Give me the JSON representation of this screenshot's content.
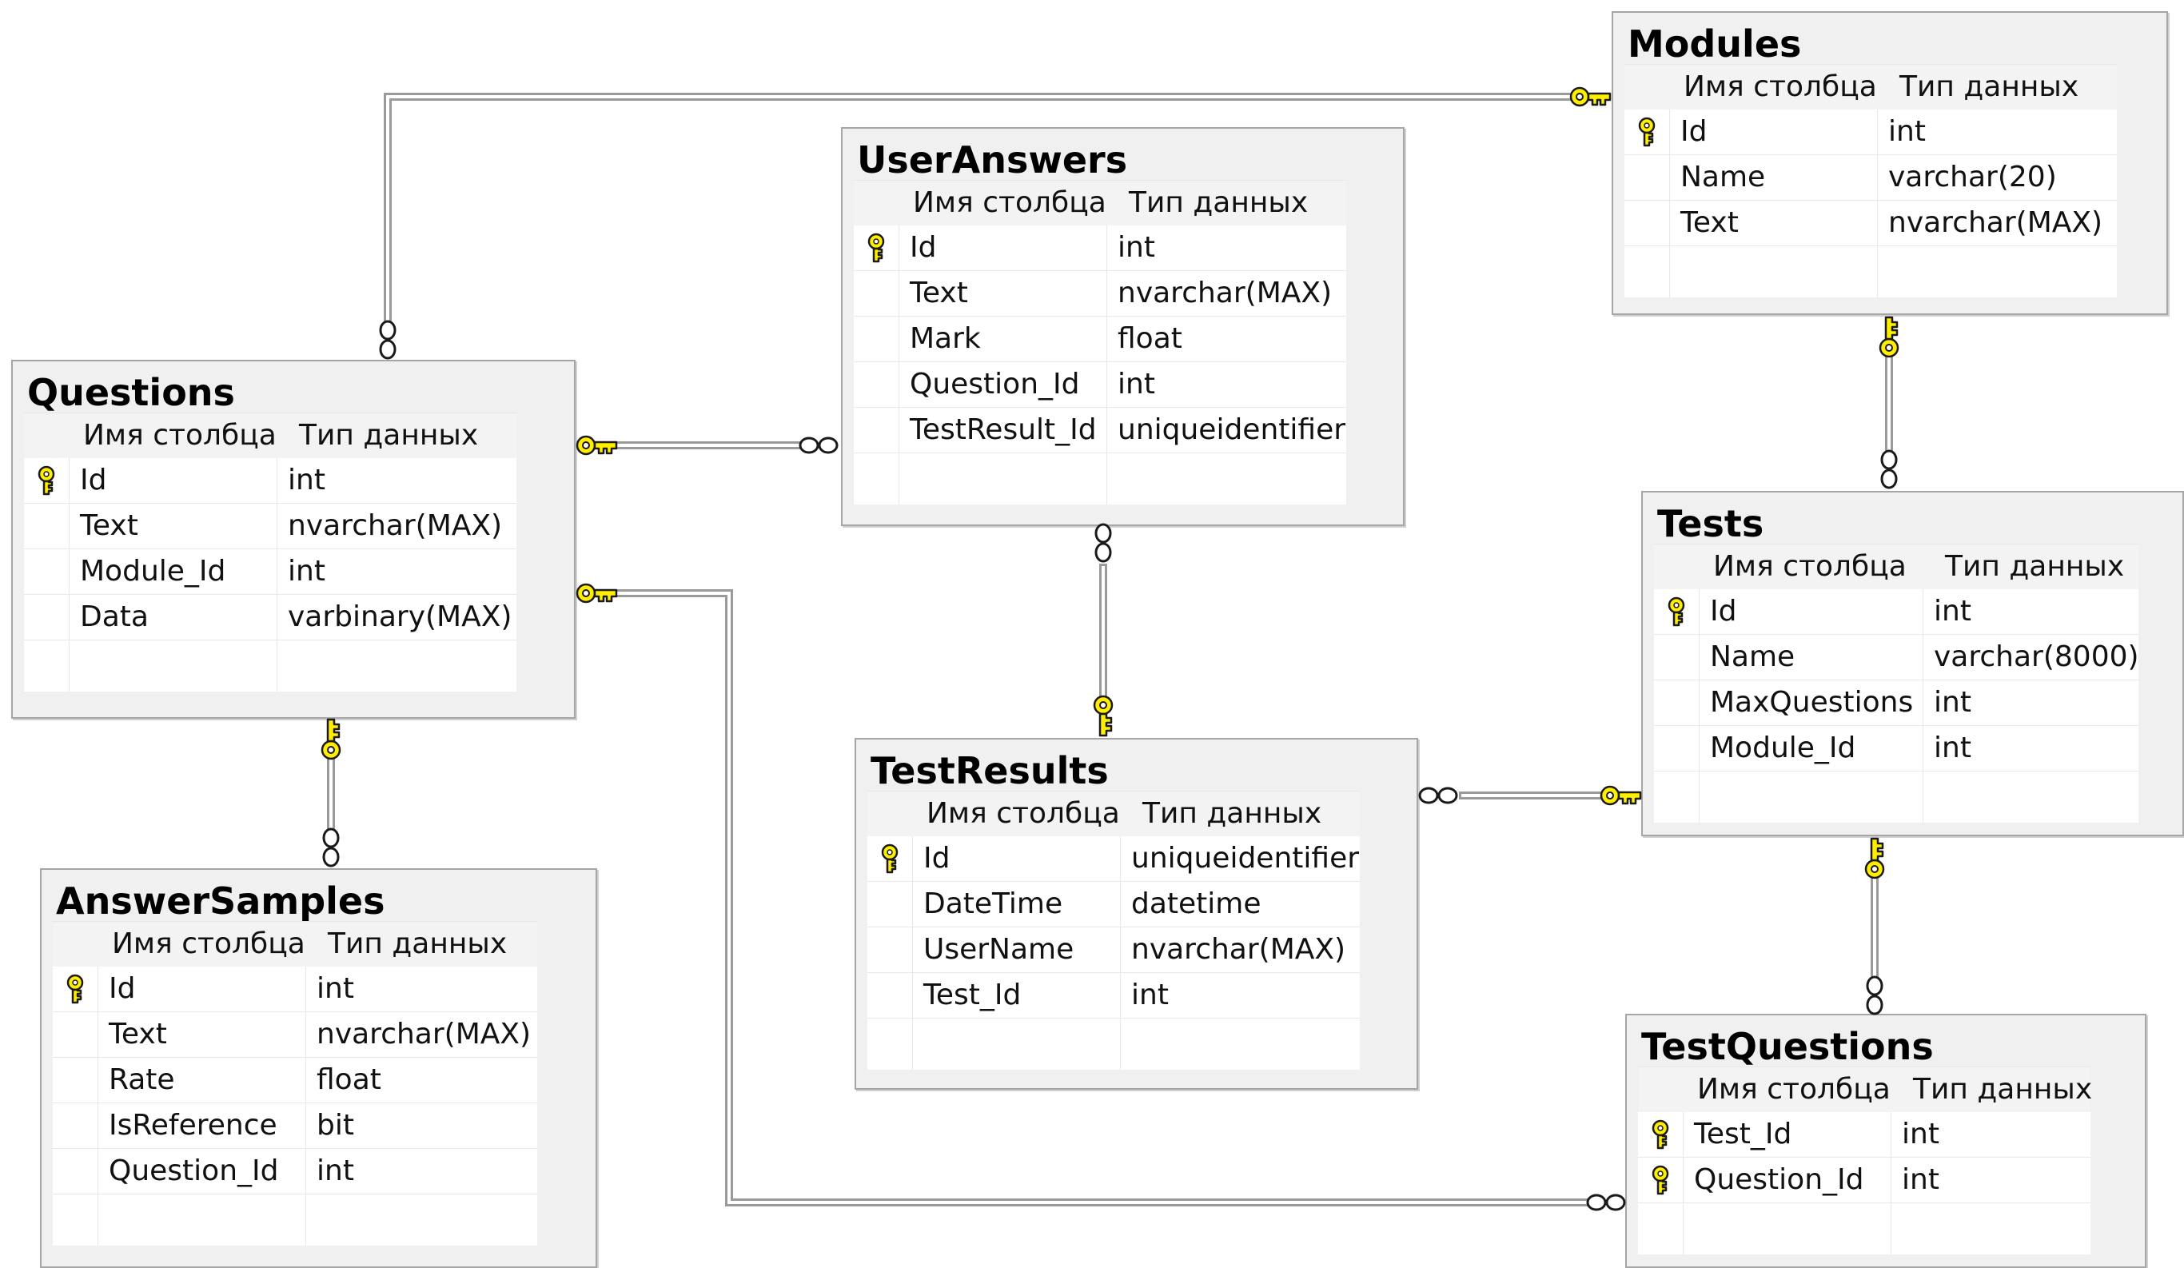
{
  "header_labels": {
    "column_name": "Имя столбца",
    "data_type": "Тип данных"
  },
  "colors": {
    "key": "#ffee00",
    "key_outline": "#1a1a1a",
    "line": "#a9a9a9",
    "table_bg": "#f0f0f0",
    "border": "#a6a6a6"
  },
  "tables": {
    "modules": {
      "name": "Modules",
      "columns": [
        {
          "name": "Id",
          "type": "int",
          "pk": true
        },
        {
          "name": "Name",
          "type": "varchar(20)",
          "pk": false
        },
        {
          "name": "Text",
          "type": "nvarchar(MAX)",
          "pk": false
        }
      ]
    },
    "user_answers": {
      "name": "UserAnswers",
      "columns": [
        {
          "name": "Id",
          "type": "int",
          "pk": true
        },
        {
          "name": "Text",
          "type": "nvarchar(MAX)",
          "pk": false
        },
        {
          "name": "Mark",
          "type": "float",
          "pk": false
        },
        {
          "name": "Question_Id",
          "type": "int",
          "pk": false
        },
        {
          "name": "TestResult_Id",
          "type": "uniqueidentifier",
          "pk": false
        }
      ]
    },
    "questions": {
      "name": "Questions",
      "columns": [
        {
          "name": "Id",
          "type": "int",
          "pk": true
        },
        {
          "name": "Text",
          "type": "nvarchar(MAX)",
          "pk": false
        },
        {
          "name": "Module_Id",
          "type": "int",
          "pk": false
        },
        {
          "name": "Data",
          "type": "varbinary(MAX)",
          "pk": false
        }
      ]
    },
    "tests": {
      "name": "Tests",
      "columns": [
        {
          "name": "Id",
          "type": "int",
          "pk": true
        },
        {
          "name": "Name",
          "type": "varchar(8000)",
          "pk": false
        },
        {
          "name": "MaxQuestions",
          "type": "int",
          "pk": false
        },
        {
          "name": "Module_Id",
          "type": "int",
          "pk": false
        }
      ]
    },
    "test_results": {
      "name": "TestResults",
      "columns": [
        {
          "name": "Id",
          "type": "uniqueidentifier",
          "pk": true
        },
        {
          "name": "DateTime",
          "type": "datetime",
          "pk": false
        },
        {
          "name": "UserName",
          "type": "nvarchar(MAX)",
          "pk": false
        },
        {
          "name": "Test_Id",
          "type": "int",
          "pk": false
        }
      ]
    },
    "answer_samples": {
      "name": "AnswerSamples",
      "columns": [
        {
          "name": "Id",
          "type": "int",
          "pk": true
        },
        {
          "name": "Text",
          "type": "nvarchar(MAX)",
          "pk": false
        },
        {
          "name": "Rate",
          "type": "float",
          "pk": false
        },
        {
          "name": "IsReference",
          "type": "bit",
          "pk": false
        },
        {
          "name": "Question_Id",
          "type": "int",
          "pk": false
        }
      ]
    },
    "test_questions": {
      "name": "TestQuestions",
      "columns": [
        {
          "name": "Test_Id",
          "type": "int",
          "pk": true
        },
        {
          "name": "Question_Id",
          "type": "int",
          "pk": true
        }
      ]
    }
  },
  "relationships": [
    {
      "from": "Modules",
      "to": "Questions",
      "cardinality": "one-to-many"
    },
    {
      "from": "Modules",
      "to": "Tests",
      "cardinality": "one-to-many"
    },
    {
      "from": "Questions",
      "to": "UserAnswers",
      "cardinality": "one-to-many"
    },
    {
      "from": "Questions",
      "to": "AnswerSamples",
      "cardinality": "one-to-many"
    },
    {
      "from": "Questions",
      "to": "TestQuestions",
      "cardinality": "one-to-many"
    },
    {
      "from": "TestResults",
      "to": "UserAnswers",
      "cardinality": "one-to-many"
    },
    {
      "from": "Tests",
      "to": "TestResults",
      "cardinality": "one-to-many"
    },
    {
      "from": "Tests",
      "to": "TestQuestions",
      "cardinality": "one-to-many"
    }
  ]
}
